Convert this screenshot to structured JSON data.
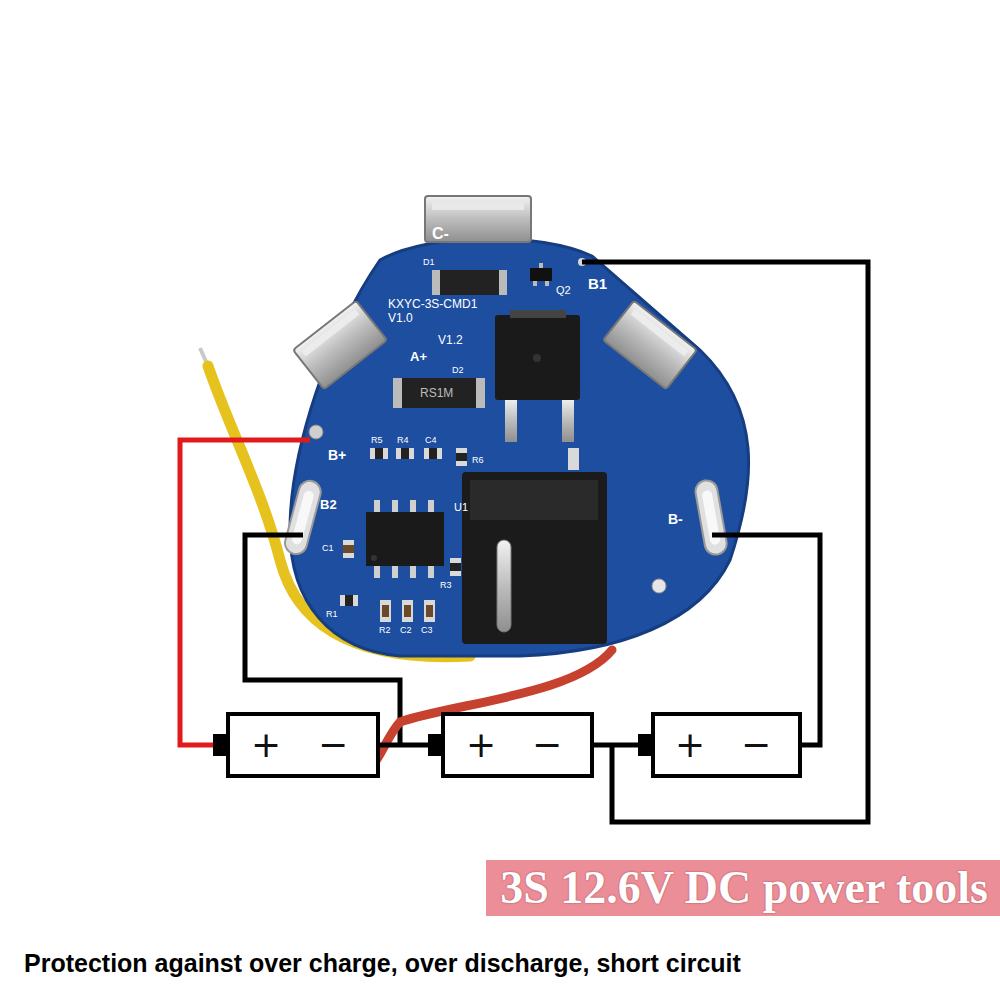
{
  "diagram": {
    "title": "3S 12.6V DC power tools",
    "caption": "Protection against over charge, over discharge, short circuit",
    "nodes": [
      {
        "text": [
          "+",
          "−"
        ]
      },
      {
        "text": [
          "+",
          "−"
        ]
      },
      {
        "text": [
          "+",
          "−"
        ]
      }
    ],
    "edges": [
      {
        "from": 0,
        "to": 1,
        "arrow": "none"
      },
      {
        "from": 1,
        "to": 2,
        "arrow": "none"
      }
    ],
    "labels": [
      "C-",
      "D1",
      "Q2",
      "B1",
      "KXYC-3S-CMD1",
      "V1.0",
      "A+",
      "V1.2",
      "D2",
      "RS1M",
      "B+",
      "R5",
      "R4",
      "C4",
      "R6",
      "B2",
      "U1",
      "C1",
      "R3",
      "R1",
      "R2",
      "C2",
      "C3",
      "B-"
    ]
  }
}
